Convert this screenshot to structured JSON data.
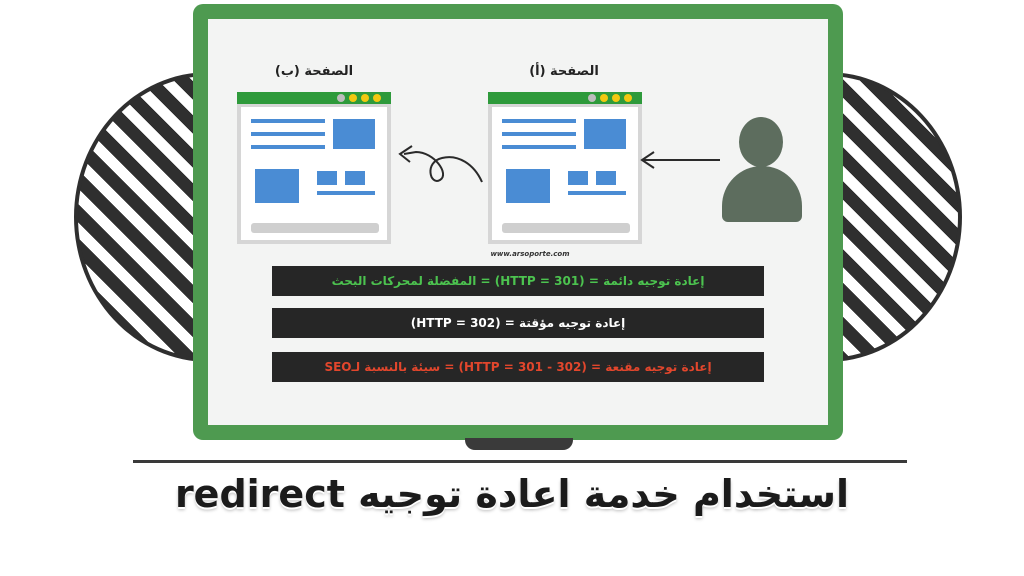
{
  "diagram": {
    "page_a_label": "الصفحة (أ)",
    "page_b_label": "الصفحة (ب)",
    "site_url": "www.arsoporte.com",
    "rows": [
      {
        "text": "إعادة توجيه دائمة = (HTTP = 301) = المفضلة لمحركات البحث",
        "color": "#4cc34f"
      },
      {
        "text": "إعادة توجيه مؤقتة = (HTTP = 302)",
        "color": "#ffffff"
      },
      {
        "text": "إعادة توجيه مقنعة = (HTTP = 301 - 302) = سيئة بالنسبة لـSEO",
        "color": "#e2462c"
      }
    ]
  },
  "title": "استخدام خدمة اعادة توجيه redirect",
  "colors": {
    "monitor": "#4e9a50",
    "page_header": "#2e9a3b",
    "content_block": "#4a8cd4",
    "person": "#5d6d5e",
    "bar_background": "#262626"
  },
  "icons": [
    "user-icon",
    "arrow-left-icon",
    "curved-redirect-arrow-icon"
  ]
}
